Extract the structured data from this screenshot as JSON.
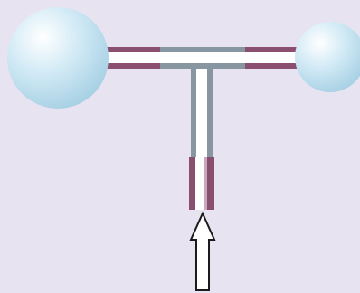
{
  "colors": {
    "background": "#e8e3f1",
    "bulb_highlight": "#ffffff",
    "bulb_mid": "#d4ebf6",
    "bulb_edge": "#a6d0e4",
    "tube_gray": "#8796a0",
    "tube_purple": "#8a4f70",
    "tube_bore": "#ffffff",
    "arrow_fill": "#ffffff",
    "arrow_stroke": "#1a1a1a"
  },
  "components": {
    "left_bulb": "large-sphere",
    "right_bulb": "small-sphere",
    "connector": "t-junction",
    "input": "upward-arrow"
  }
}
